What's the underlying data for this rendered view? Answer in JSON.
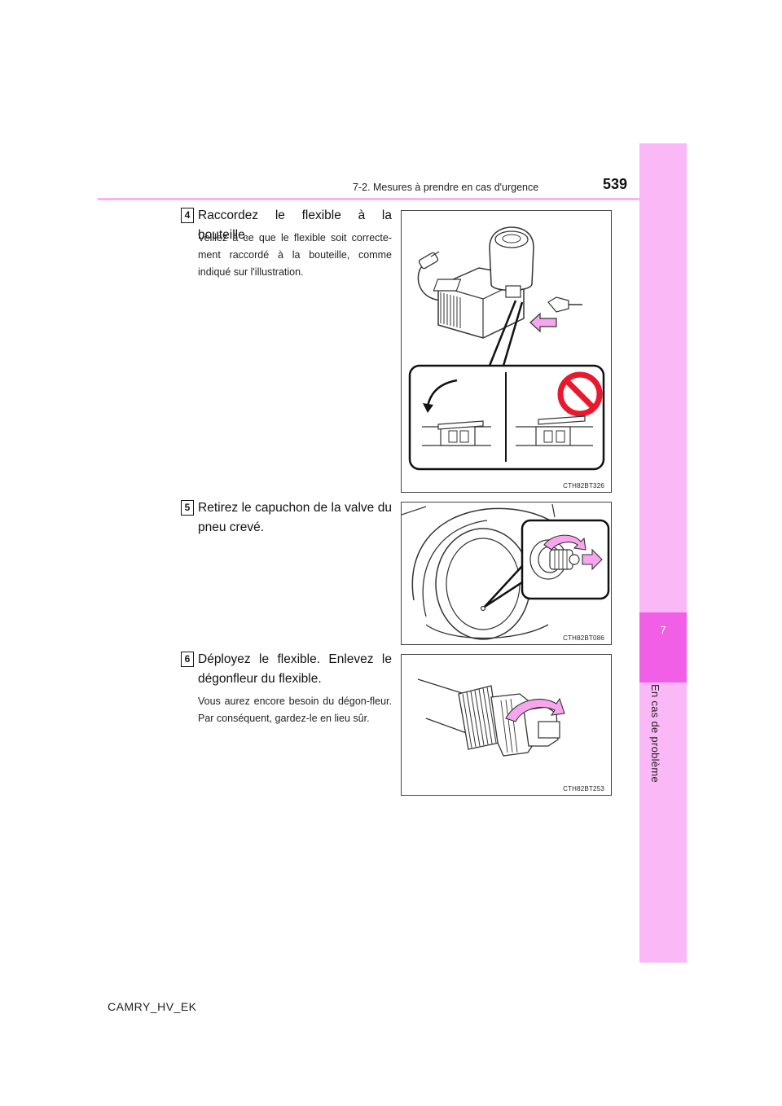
{
  "header": {
    "page_number": "539",
    "section_title": "7-2. Mesures à prendre en cas d'urgence"
  },
  "sidebar": {
    "chapter_number": "7",
    "chapter_title": "En cas de problème"
  },
  "steps": [
    {
      "number": "4",
      "heading": "Raccordez le flexible à la bouteille.",
      "note": "Veillez à ce que le flexible soit correcte-ment raccordé à la bouteille, comme indiqué sur l'illustration.",
      "figure_code": "CTH82BT326"
    },
    {
      "number": "5",
      "heading": "Retirez le capuchon de la valve du pneu crevé.",
      "figure_code": "CTH82BT086"
    },
    {
      "number": "6",
      "heading": "Déployez le flexible. Enlevez le dégonfleur du flexible.",
      "note": "Vous aurez encore besoin du dégon-fleur. Par conséquent, gardez-le en lieu sûr.",
      "figure_code": "CTH82BT253"
    }
  ],
  "colors": {
    "accent_light": "#fbb8f7",
    "accent_dark": "#f05fe6",
    "arrow_fill": "#f7a6ee",
    "prohibition_red": "#e8192c"
  },
  "footer": {
    "model_code": "CAMRY_HV_EK"
  }
}
